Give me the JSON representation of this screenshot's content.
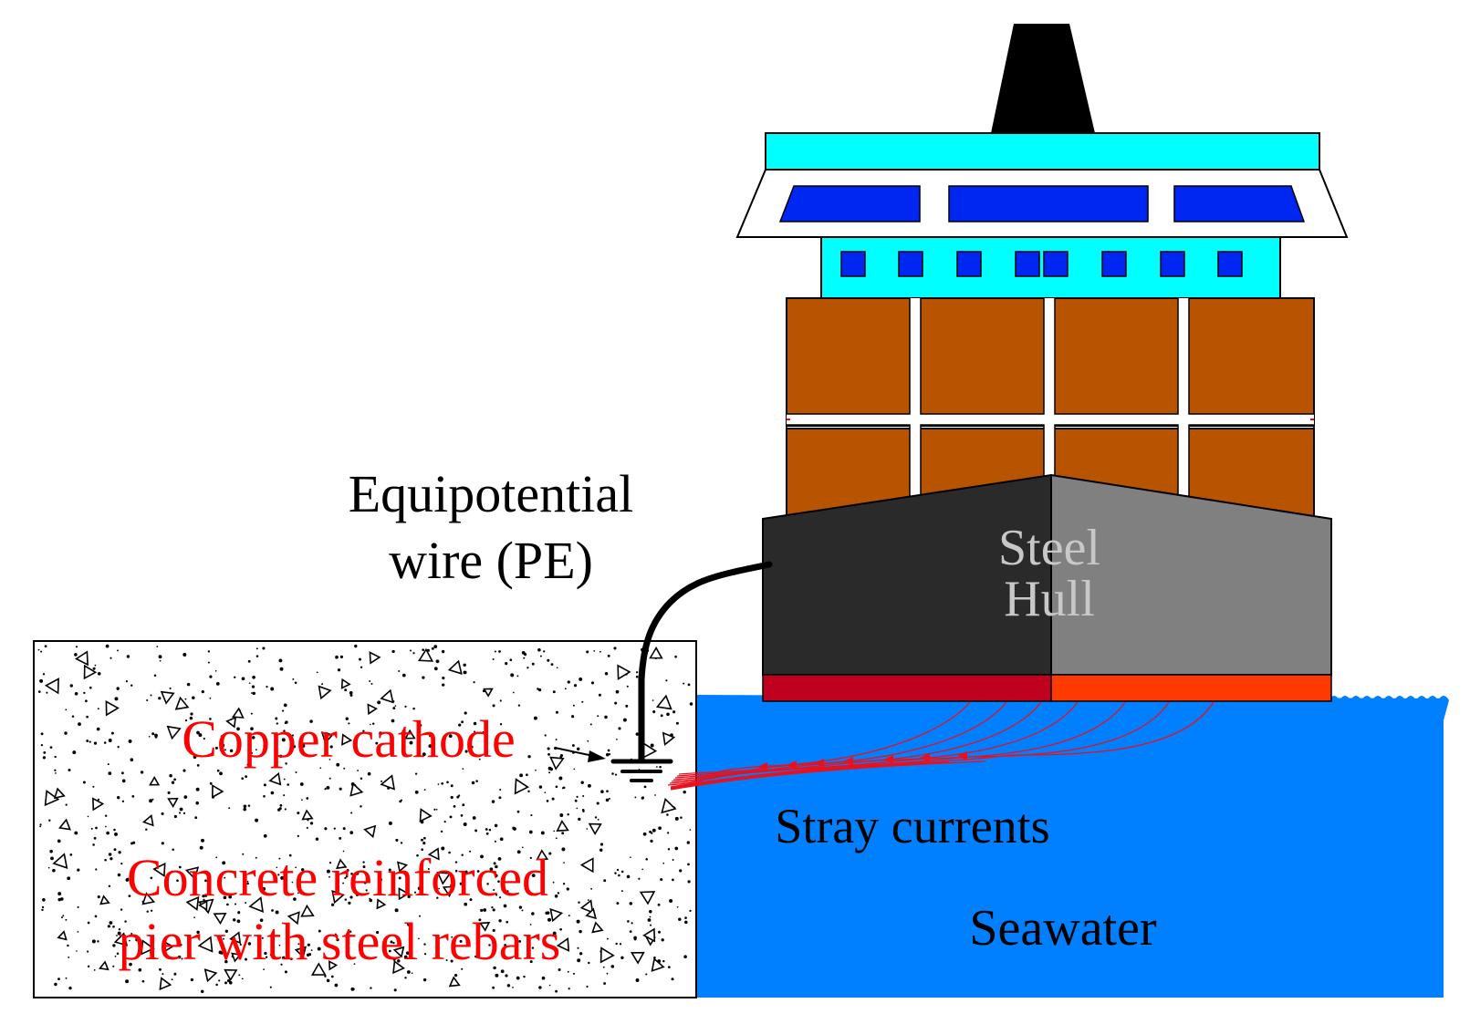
{
  "labels": {
    "wire_line1": "Equipotential",
    "wire_line2": "wire (PE)",
    "hull_line1": "Steel",
    "hull_line2": "Hull",
    "copper_cathode": "Copper cathode",
    "stray_currents": "Stray currents",
    "seawater": "Seawater",
    "pier_line1": "Concrete reinforced",
    "pier_line2": "pier with steel rebars"
  },
  "colors": {
    "seawater": "#0080ff",
    "container": "#b85400",
    "bridge_deck": "#00ffff",
    "window": "#0026f2",
    "hull_dark": "#2a2a2a",
    "hull_light": "#808080",
    "waterline_left": "#c0001f",
    "waterline_right": "#ff3a00",
    "label_red": "#ff0000",
    "stray_current": "#e8101e",
    "funnel": "#000000"
  }
}
